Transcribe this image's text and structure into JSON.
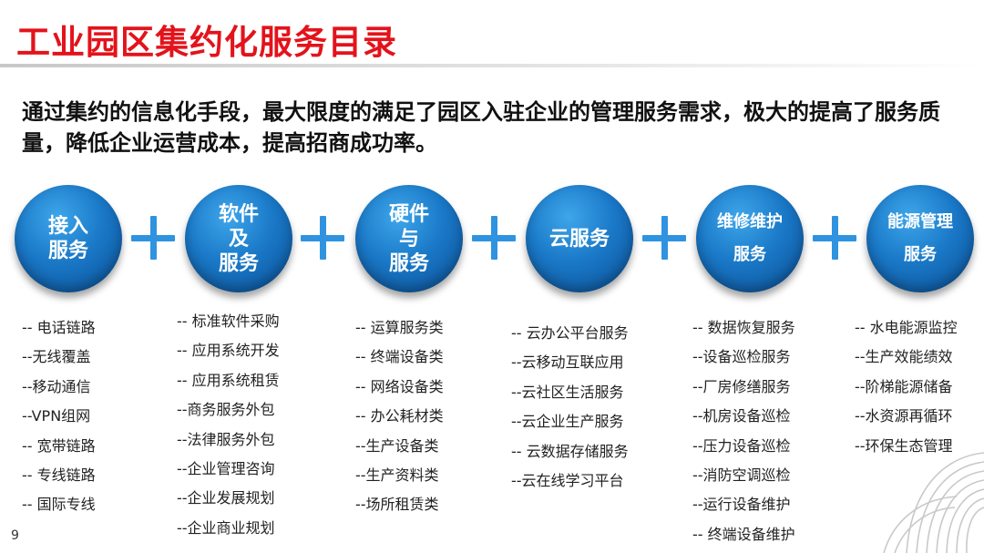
{
  "title": "工业园区集约化服务目录",
  "intro": "通过集约的信息化手段，最大限度的满足了园区入驻企业的管理服务需求，极大的提高了服务质量，降低企业运营成本，提高招商成功率。",
  "services": [
    {
      "name": "接入\n服务",
      "items": [
        "-- 电话链路",
        "--无线覆盖",
        "--移动通信",
        "--VPN组网",
        "-- 宽带链路",
        "-- 专线链路",
        "-- 国际专线"
      ]
    },
    {
      "name": "软件\n及\n服务",
      "items": [
        "-- 标准软件采购",
        "-- 应用系统开发",
        "-- 应用系统租赁",
        "--商务服务外包",
        "--法律服务外包",
        "--企业管理咨询",
        "--企业发展规划",
        "--企业商业规划"
      ]
    },
    {
      "name": "硬件\n与\n服务",
      "items": [
        "-- 运算服务类",
        "-- 终端设备类",
        "-- 网络设备类",
        "-- 办公耗材类",
        "--生产设备类",
        "--生产资料类",
        "--场所租赁类"
      ]
    },
    {
      "name": "云服务",
      "items": [
        "-- 云办公平台服务",
        "--云移动互联应用",
        "--云社区生活服务",
        "--云企业生产服务",
        "-- 云数据存储服务",
        "--云在线学习平台"
      ]
    },
    {
      "name": "维修维护\n服务",
      "items": [
        "-- 数据恢复服务",
        "--设备巡检服务",
        "--厂房修缮服务",
        "--机房设备巡检",
        "--压力设备巡检",
        "--消防空调巡检",
        "--运行设备维护",
        "-- 终端设备维护"
      ]
    },
    {
      "name": "能源管理\n服务",
      "items": [
        "-- 水电能源监控",
        "--生产效能绩效",
        "--阶梯能源储备",
        "--水资源再循环",
        "--环保生态管理"
      ]
    }
  ],
  "page_number": "9",
  "colors": {
    "title": "#e3131b",
    "circle": "#1a79c8",
    "plus": "#2f93e0"
  }
}
